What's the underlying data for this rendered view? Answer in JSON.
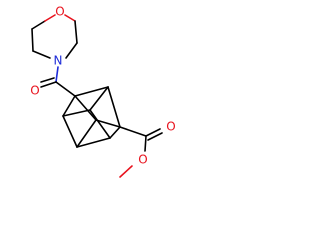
{
  "molecule": {
    "atoms": {
      "morpholine_oxygen": "O",
      "morpholine_nitrogen": "N",
      "amide_carbonyl_oxygen": "O",
      "ester_carbonyl_oxygen": "O",
      "ester_ether_oxygen": "O"
    }
  },
  "colors": {
    "bond": "#000000",
    "oxygen": "#e8121d",
    "nitrogen": "#1d2bd8",
    "background": "#ffffff"
  }
}
